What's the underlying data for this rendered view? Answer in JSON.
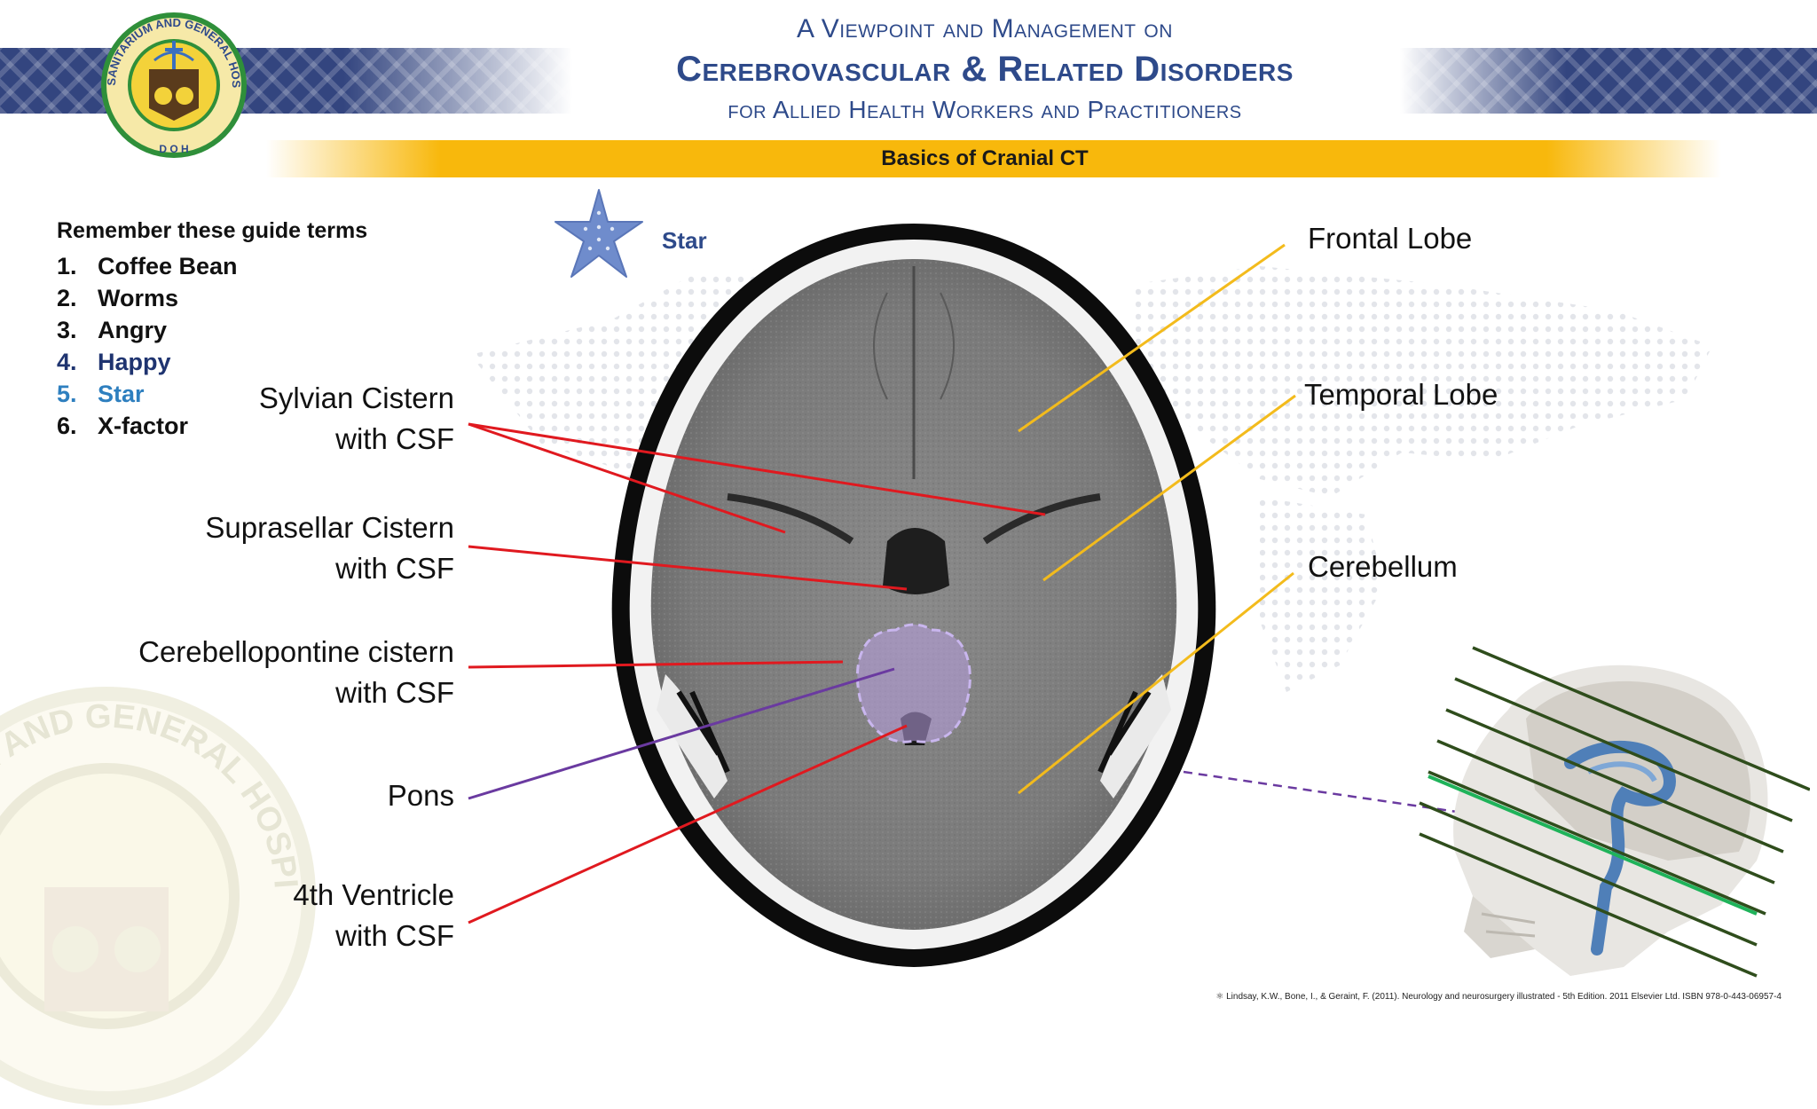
{
  "header": {
    "line1": "A Viewpoint and Management on",
    "line2": "Cerebrovascular & Related Disorders",
    "line3": "for Allied Health Workers and Practitioners",
    "section_title": "Basics of Cranial CT"
  },
  "logo": {
    "text_top": "SULU SANITARIUM AND GENERAL HOSPITAL",
    "text_bottom": "D O H",
    "watermark_text": "SANITARIUM AND GENERAL HOSPITAL"
  },
  "guide": {
    "heading": "Remember these guide terms",
    "items": [
      {
        "num": "1.",
        "label": "Coffee Bean",
        "color": "#111111"
      },
      {
        "num": "2.",
        "label": "Worms",
        "color": "#111111"
      },
      {
        "num": "3.",
        "label": "Angry",
        "color": "#111111"
      },
      {
        "num": "4.",
        "label": "Happy",
        "color": "#1f3470"
      },
      {
        "num": "5.",
        "label": "Star",
        "color": "#2e7fbf"
      },
      {
        "num": "6.",
        "label": "X-factor",
        "color": "#111111"
      }
    ]
  },
  "star_label": "Star",
  "left_labels": {
    "sylvian": {
      "line1": "Sylvian Cistern",
      "line2": "with CSF"
    },
    "suprasellar": {
      "line1": "Suprasellar Cistern",
      "line2": "with CSF"
    },
    "cerebellopontine": {
      "line1": "Cerebellopontine cistern",
      "line2": "with CSF"
    },
    "pons": {
      "line1": "Pons"
    },
    "fourth_ventricle": {
      "line1": "4th  Ventricle",
      "line2": "with CSF"
    }
  },
  "right_labels": {
    "frontal": "Frontal Lobe",
    "temporal": "Temporal Lobe",
    "cerebellum": "Cerebellum"
  },
  "citation": "Lindsay, K.W., Bone, I., & Geraint, F. (2011). Neurology and neurosurgery illustrated - 5th Edition. 2011 Elsevier Ltd. ISBN 978-0-443-06957-4",
  "colors": {
    "title_blue": "#2e4a8a",
    "band_blue": "#33457f",
    "yellow_bar": "#f8b80c",
    "red_line": "#e0191f",
    "purple_line": "#6a3aa0",
    "yellow_line": "#f3bb1c",
    "pons_fill": "#b89fe0",
    "slice_green": "#2f4d1c",
    "slice_highlight": "#1fb35a"
  }
}
